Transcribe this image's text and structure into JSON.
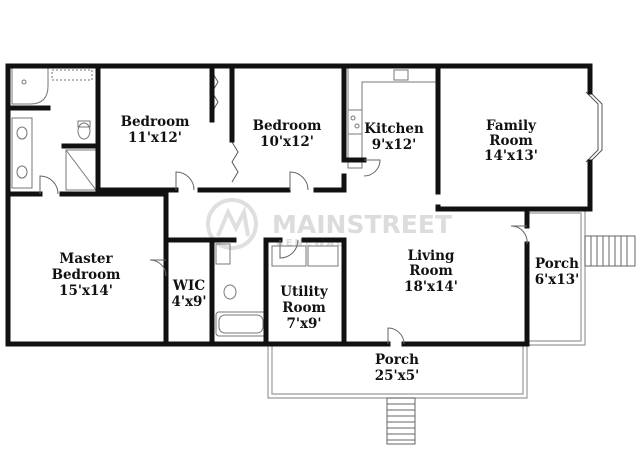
{
  "rooms": {
    "bedroom_1": {
      "name": "Bedroom",
      "dims": "11'x12'"
    },
    "bedroom_2": {
      "name": "Bedroom",
      "dims": "10'x12'"
    },
    "kitchen": {
      "name": "Kitchen",
      "dims": "9'x12'"
    },
    "family_room": {
      "name": "Family",
      "name2": "Room",
      "dims": "14'x13'"
    },
    "master_bedroom": {
      "name": "Master",
      "name2": "Bedroom",
      "dims": "15'x14'"
    },
    "wic": {
      "name": "WIC",
      "dims": "4'x9'"
    },
    "utility_room": {
      "name": "Utility",
      "name2": "Room",
      "dims": "7'x9'"
    },
    "living_room": {
      "name": "Living",
      "name2": "Room",
      "dims": "18'x14'"
    },
    "porch_side": {
      "name": "Porch",
      "dims": "6'x13'"
    },
    "porch_front": {
      "name": "Porch",
      "dims": "25'x5'"
    }
  },
  "watermark": {
    "brand": "MAINSTREET",
    "sub": "RENEWAL"
  }
}
